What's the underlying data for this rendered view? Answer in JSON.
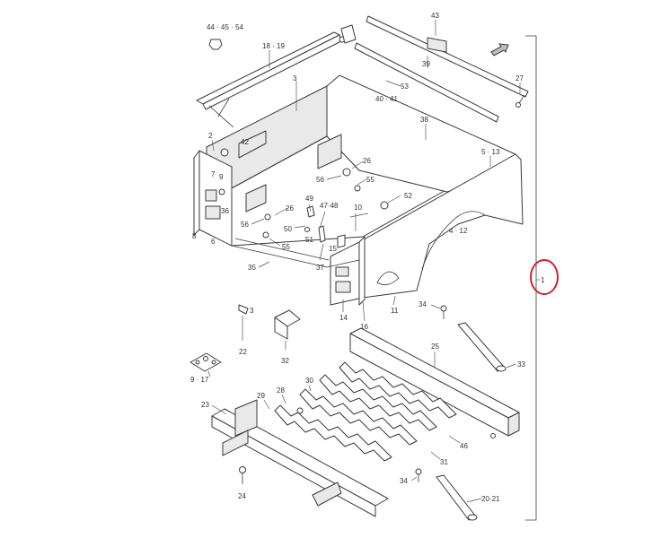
{
  "colors": {
    "line": "#3a3a3a",
    "highlight": "#d0202a",
    "label": "#333333"
  },
  "labels": {
    "l44": "44 · 45 · 54",
    "l18": "18 · 19",
    "l43": "43",
    "l39": "39",
    "l27": "27",
    "l53": "53",
    "l40": "40 · 41",
    "l3": "3",
    "l38": "38",
    "l2": "2",
    "l42": "42",
    "l7": "7",
    "l5": "5 · 13",
    "l26a": "26",
    "l56a": "56",
    "l55a": "55",
    "l9": "9",
    "l52": "52",
    "l36": "36",
    "l49": "49",
    "l47": "47·48",
    "l10": "10",
    "l26b": "26",
    "l56b": "56",
    "l50": "50",
    "l51": "51",
    "l55b": "55",
    "l15": "15",
    "l4": "4 · 12",
    "l8": "8",
    "l6": "6",
    "l37": "37",
    "l35": "35",
    "l1": "1",
    "l14": "14",
    "l16": "16",
    "l11": "11",
    "l34a": "34",
    "l3b": "3",
    "l25": "25",
    "l22": "22",
    "l32": "32",
    "l33": "33",
    "l9b": "9 · 17",
    "l30": "30",
    "l23": "23",
    "l28": "28",
    "l29": "29",
    "l46": "46",
    "l31": "31",
    "l34b": "34",
    "l24": "24",
    "l20": "20·21"
  }
}
